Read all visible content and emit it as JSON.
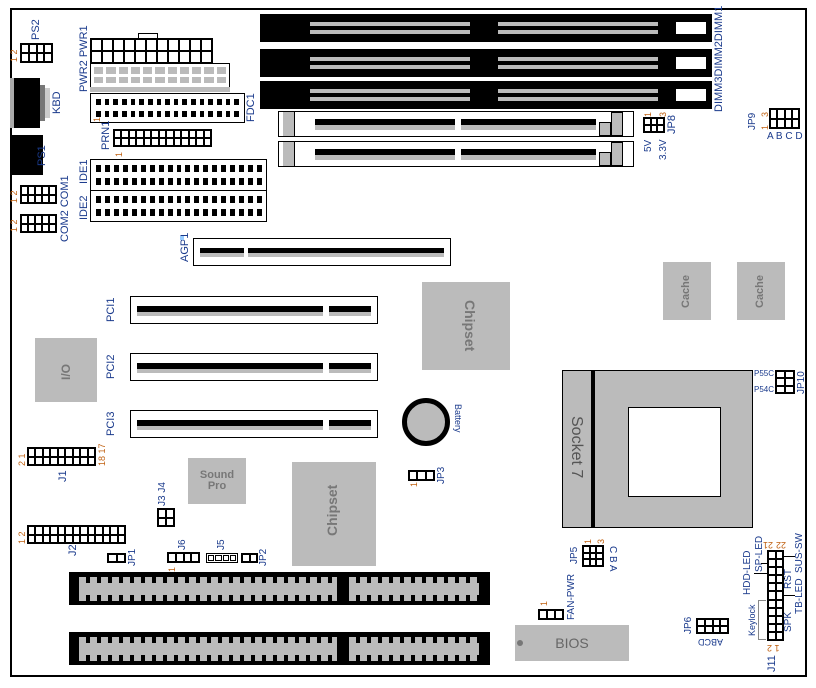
{
  "title": "Motherboard Layout",
  "labels": {
    "ps2": "PS2",
    "kbd": "KBD",
    "ps1": "PS1",
    "com1": "COM1",
    "com2": "COM2",
    "pwr1": "PWR1",
    "pwr2": "PWR2",
    "fdc1": "FDC1",
    "prn1": "PRN1",
    "ide1": "IDE1",
    "ide2": "IDE2",
    "dimms": "DIMM3DIMM2DIMM1",
    "jp8": "JP8",
    "jp8_5v": "5V",
    "jp8_33v": "3.3V",
    "jp9": "JP9",
    "jp9_cols": "A B C D",
    "agp1": "AGP1",
    "pci1": "PCI1",
    "pci2": "PCI2",
    "pci3": "PCI3",
    "chipset_north": "Chipset",
    "chipset_south": "Chipset",
    "cache1": "Cache",
    "cache2": "Cache",
    "io": "I/O",
    "socket": "Socket 7",
    "jp10": "JP10",
    "p55c": "P55C",
    "p54c": "P54C",
    "battery": "Battery",
    "jp3": "JP3",
    "sound": "Sound Pro",
    "j1": "J1",
    "j2": "J2",
    "j3j4": "J3 J4",
    "jp1": "JP1",
    "j6": "J6",
    "j5": "J5",
    "jp2": "JP2",
    "jp5": "JP5",
    "jp5_cols": "C B A",
    "fan_pwr": "FAN-PWR",
    "bios": "BIOS",
    "jp6": "JP6",
    "jp6_cols": "ABCD",
    "j11": "J11",
    "hdd_led": "HDD-LED",
    "sp_led": "SP-LED",
    "keylock": "Keylock",
    "sus_sw": "SUS-SW",
    "rst": "RST",
    "tb_led": "TB-LED",
    "spk": "SPK"
  },
  "pins": {
    "one": "1",
    "two": "2",
    "three": "3",
    "one_two": "1 2",
    "n17": "17",
    "n18": "18",
    "n21": "21",
    "n22": "22",
    "j1_left": "2 1",
    "j11_bottom": "1  2"
  },
  "colors": {
    "label": "#1a3a8c",
    "pin_number": "#c06010",
    "component_gray": "#bbbbbb"
  }
}
